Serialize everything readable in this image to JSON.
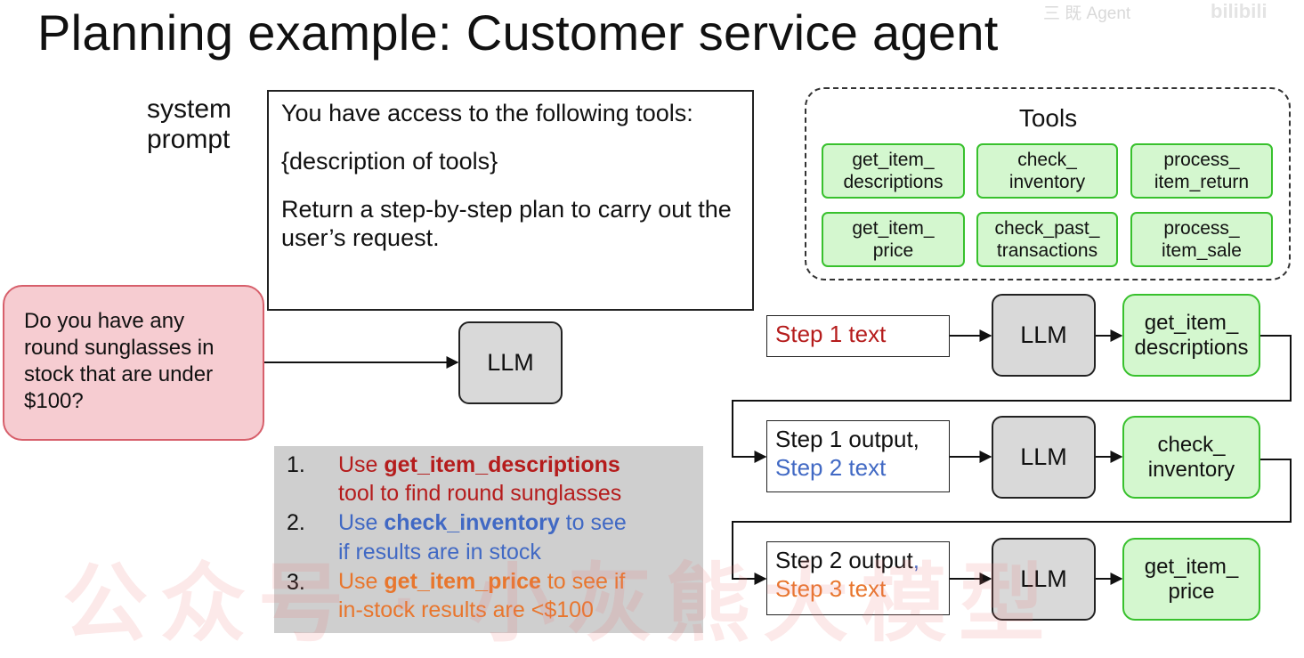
{
  "title": "Planning example: Customer service agent",
  "system_prompt": {
    "label_line1": "system",
    "label_line2": "prompt",
    "line1": "You have access to the following tools:",
    "line2": "{description of tools}",
    "line3": "Return a step-by-step plan to carry out the user’s request."
  },
  "user_query": "Do you have any round sunglasses in stock that are under $100?",
  "llm_label": "LLM",
  "tools_panel": {
    "title": "Tools",
    "items": [
      "get_item_\ndescriptions",
      "check_\ninventory",
      "process_\nitem_return",
      "get_item_\nprice",
      "check_past_\ntransactions",
      "process_\nitem_sale"
    ]
  },
  "plan": {
    "num1": "1.",
    "num2": "2.",
    "num3": "3.",
    "s1_pre": "Use ",
    "s1_bold": "get_item_descriptions",
    "s1_rest": "tool to find round sunglasses",
    "s2_pre": "Use ",
    "s2_bold": "check_inventory",
    "s2_post": " to see",
    "s2_rest": "if results are in stock",
    "s3_pre": "Use ",
    "s3_bold": "get_item_price",
    "s3_post": " to see if",
    "s3_rest": "in-stock results are <$100"
  },
  "pipeline": {
    "step1_text": "Step 1 text",
    "step1_output": "Step 1 output,",
    "step2_text": "Step 2 text",
    "step2_output": "Step 2 output",
    "step2_comma": ",",
    "step3_text": "Step 3 text",
    "tool1": "get_item_\ndescriptions",
    "tool2": "check_\ninventory",
    "tool3": "get_item_\nprice"
  },
  "watermark": {
    "top_text": "三 既 Agent",
    "logo": "bilibili",
    "big_text": "公众号 · 小灰熊大模型"
  },
  "colors": {
    "step1": "#b51c1c",
    "step2": "#4169c4",
    "step3": "#e8762d",
    "tool_fill": "#d4f7cf",
    "tool_border": "#38c12d",
    "user_fill": "#f6ccd1",
    "llm_fill": "#d9d9d9",
    "plan_fill": "#cfcfcf"
  }
}
